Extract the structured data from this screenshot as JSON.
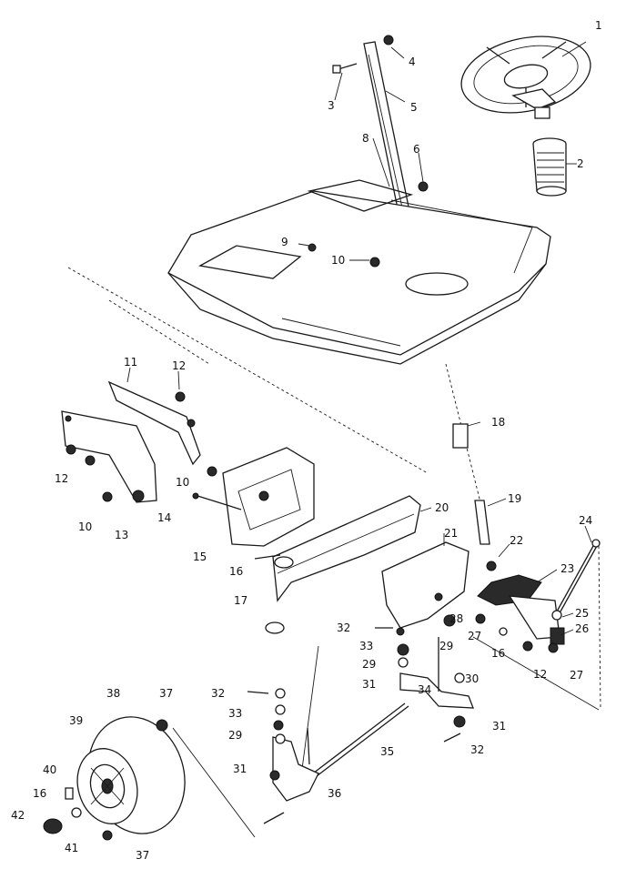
{
  "diagram": {
    "callouts": [
      "1",
      "2",
      "3",
      "4",
      "5",
      "6",
      "8",
      "9",
      "10",
      "11",
      "12",
      "13",
      "14",
      "15",
      "16",
      "17",
      "18",
      "19",
      "20",
      "21",
      "22",
      "23",
      "24",
      "25",
      "26",
      "27",
      "28",
      "29",
      "30",
      "31",
      "32",
      "33",
      "34",
      "35",
      "36",
      "37",
      "38",
      "39",
      "40",
      "41",
      "42"
    ]
  },
  "labels": {
    "c1": "1",
    "c2": "2",
    "c3": "3",
    "c4": "4",
    "c5": "5",
    "c6": "6",
    "c8": "8",
    "c9": "9",
    "c10a": "10",
    "c10b": "10",
    "c10c": "10",
    "c11": "11",
    "c12a": "12",
    "c12b": "12",
    "c12c": "12",
    "c13": "13",
    "c14": "14",
    "c15": "15",
    "c16a": "16",
    "c16b": "16",
    "c16c": "16",
    "c17": "17",
    "c18": "18",
    "c19": "19",
    "c20": "20",
    "c21": "21",
    "c22": "22",
    "c23": "23",
    "c24": "24",
    "c25": "25",
    "c26": "26",
    "c27a": "27",
    "c27b": "27",
    "c28": "28",
    "c29a": "29",
    "c29b": "29",
    "c29c": "29",
    "c30": "30",
    "c31a": "31",
    "c31b": "31",
    "c31c": "31",
    "c32a": "32",
    "c32b": "32",
    "c32c": "32",
    "c33a": "33",
    "c33b": "33",
    "c34": "34",
    "c35": "35",
    "c36": "36",
    "c37a": "37",
    "c37b": "37",
    "c38": "38",
    "c39": "39",
    "c40": "40",
    "c41": "41",
    "c42": "42"
  }
}
